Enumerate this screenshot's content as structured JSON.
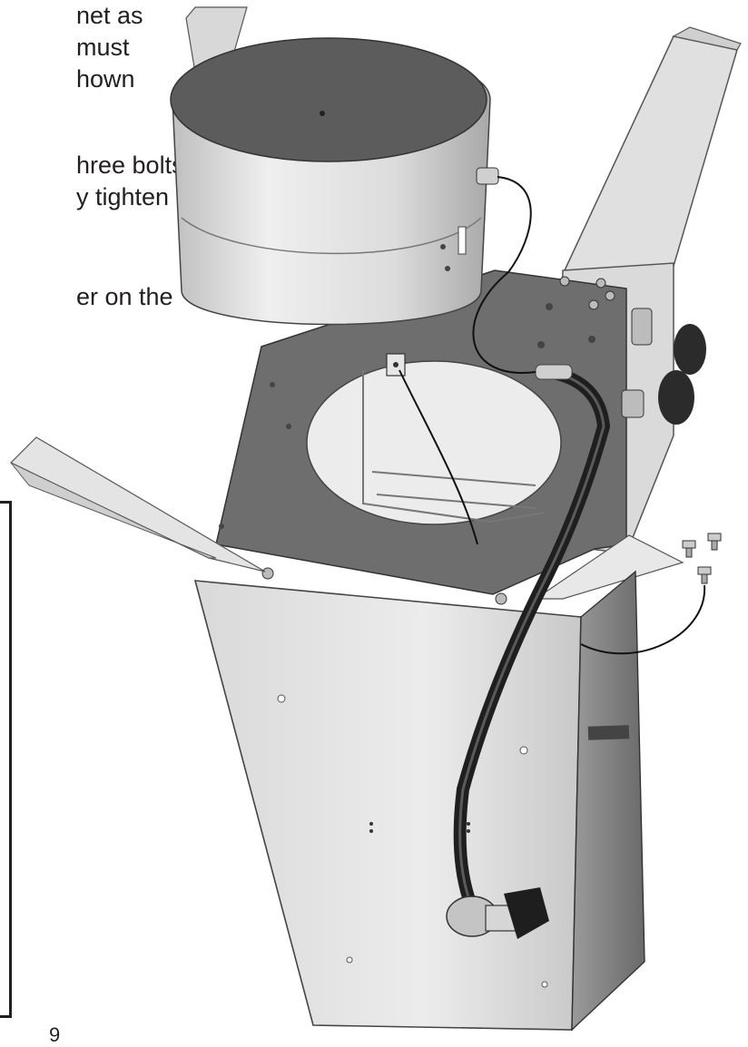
{
  "instructions": {
    "line1": "net as",
    "line2": "must",
    "line3": "hown",
    "line4": "hree bolts",
    "line5": "y tighten",
    "line6": "er on the"
  },
  "page_number": "9"
}
